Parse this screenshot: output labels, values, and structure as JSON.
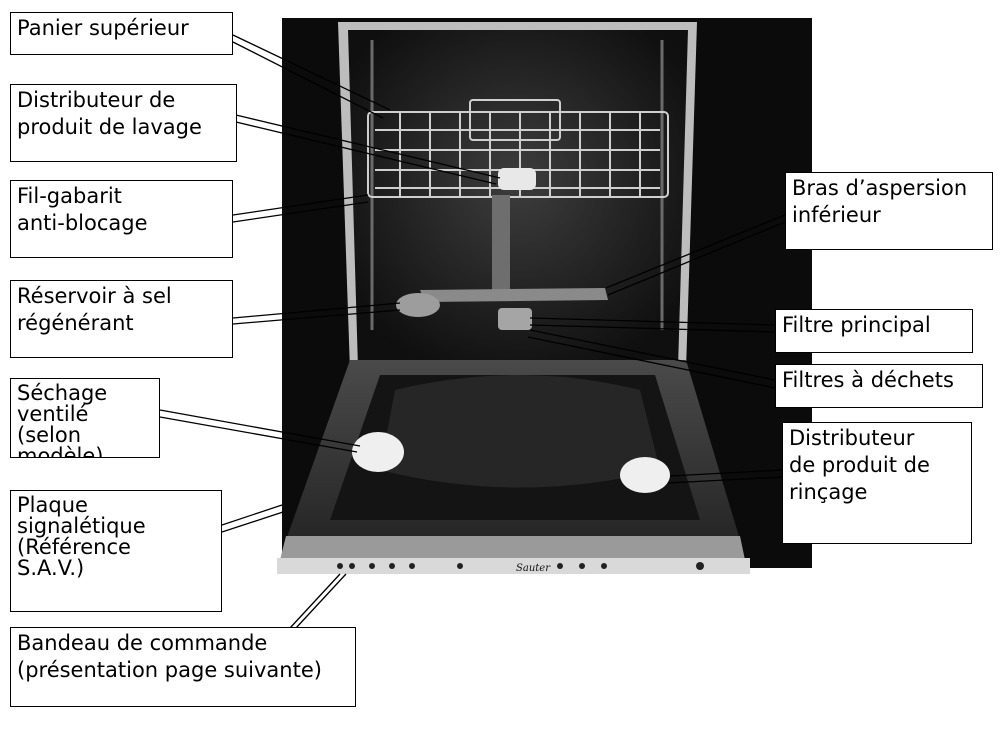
{
  "labels": {
    "panier_superieur": "Panier supérieur",
    "distributeur_lavage": "Distributeur de\nproduit de lavage",
    "fil_gabarit": "Fil-gabarit\nanti-blocage",
    "reservoir_sel": "Réservoir à sel\nrégénérant",
    "sechage_ventile": "Séchage\nventilé (selon\nmodèle)",
    "plaque_signaletique": "Plaque\nsignalétique\n(Référence\nS.A.V.)",
    "bandeau_commande": "Bandeau de commande\n(présentation page suivante)",
    "bras_aspersion": "Bras d’aspersion\ninférieur",
    "filtre_principal": "Filtre principal",
    "filtres_dechets": "Filtres à déchets",
    "distributeur_rincage": "Distributeur\nde produit de\nrinçage"
  },
  "control_panel": {
    "brand": "Sauter"
  },
  "colors": {
    "background": "#ffffff",
    "cabinet": "#0b0b0b",
    "tub": "#1e1e1e",
    "door": "#3a3a3a",
    "panel": "#d9d9d9",
    "label_border": "#000000",
    "label_fill": "#ffffff"
  }
}
